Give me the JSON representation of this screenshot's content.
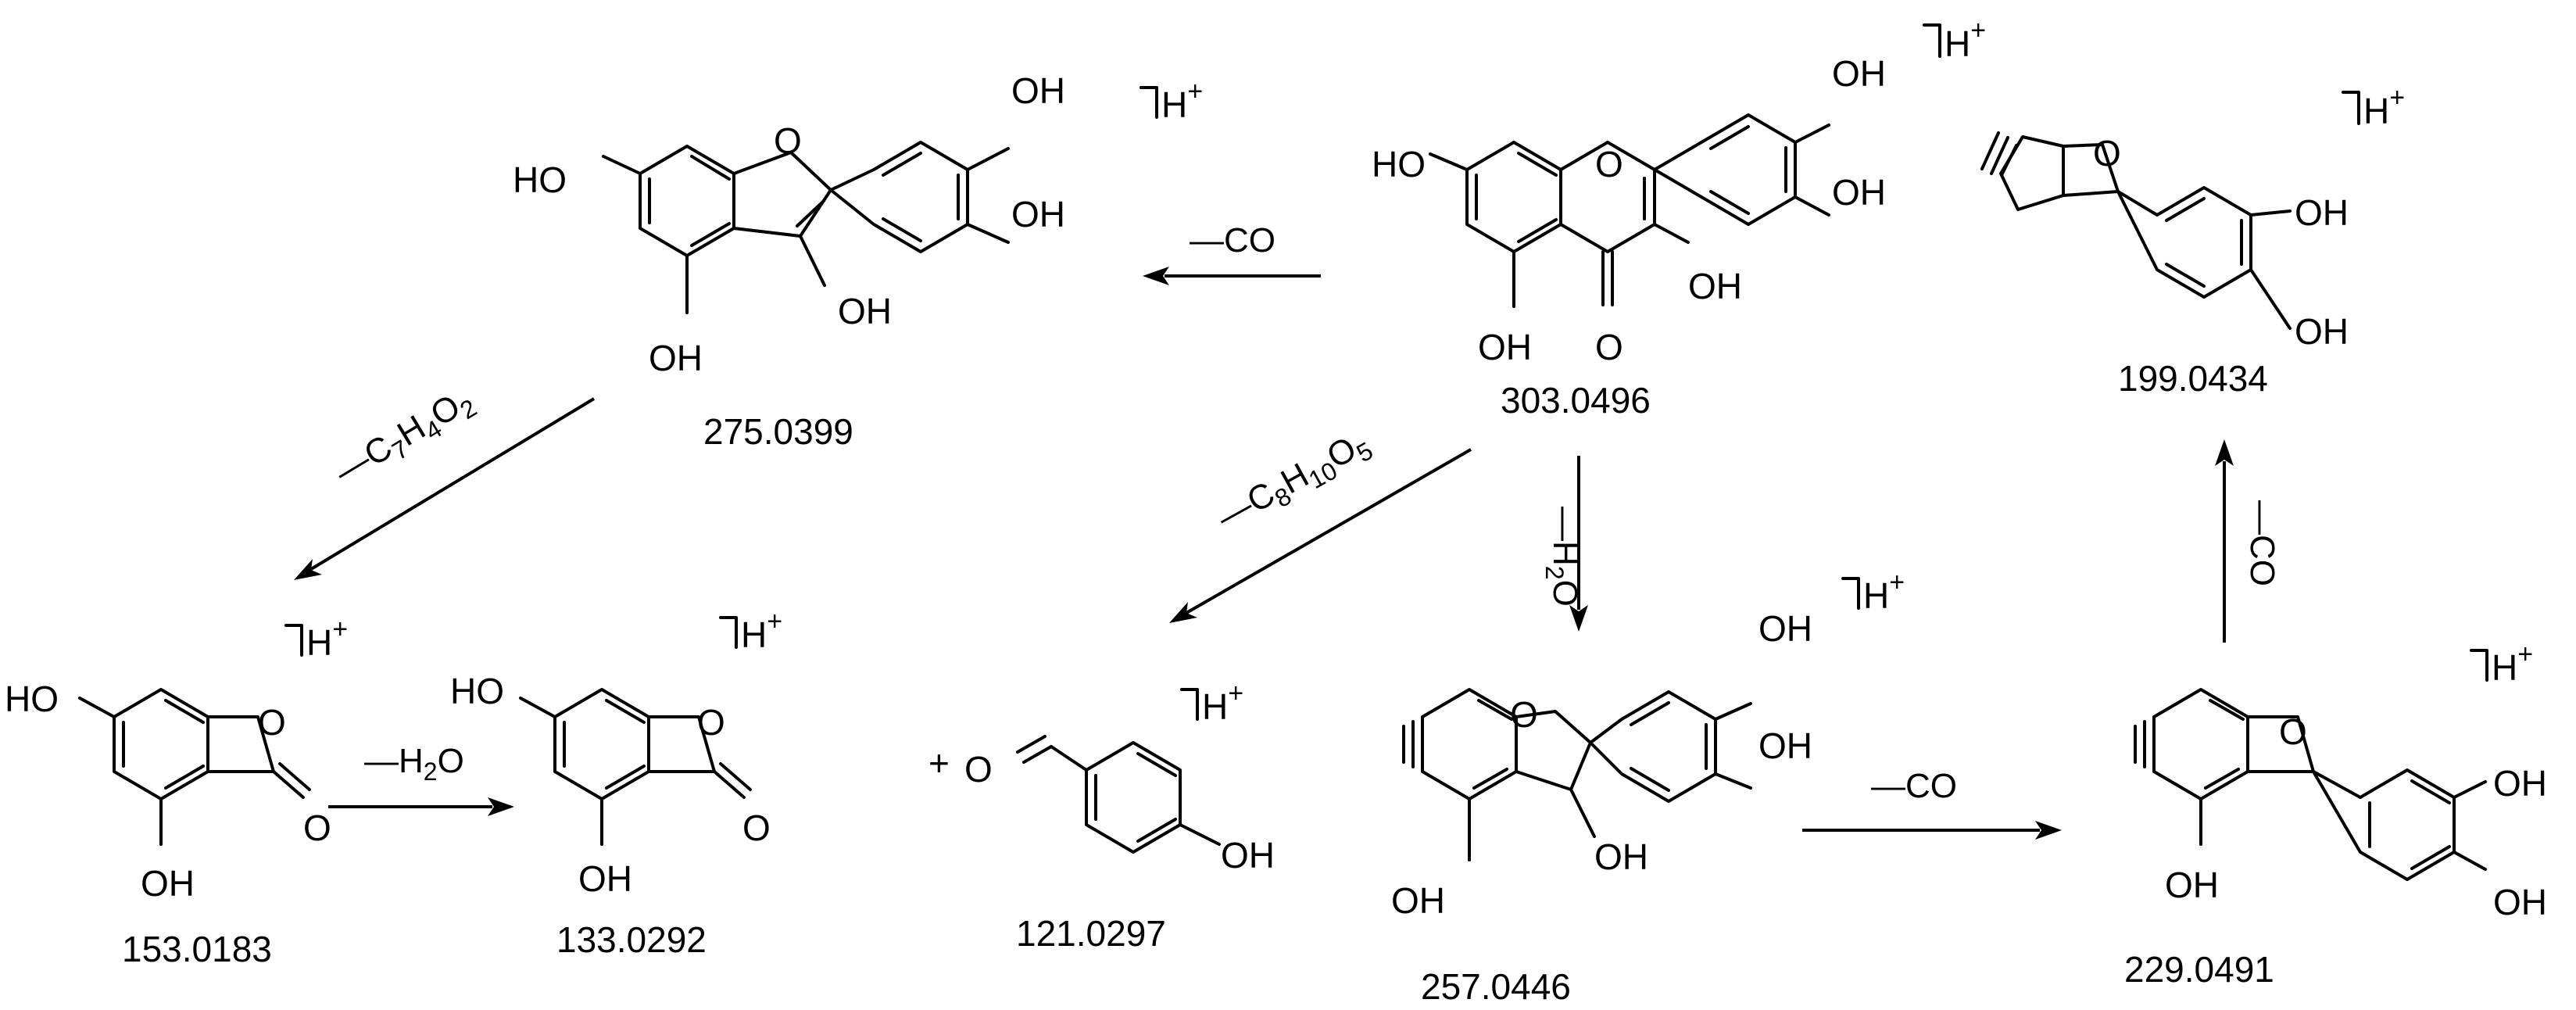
{
  "molecules": {
    "m303": {
      "mass": "303.0496",
      "atoms": [
        "HO",
        "O",
        "OH",
        "OH",
        "OH",
        "OH",
        "O"
      ],
      "charge": "H",
      "charge_sign": "+"
    },
    "m275": {
      "mass": "275.0399",
      "atoms": [
        "HO",
        "O",
        "OH",
        "OH",
        "OH",
        "OH"
      ],
      "charge": "H",
      "charge_sign": "+"
    },
    "m199": {
      "mass": "199.0434",
      "atoms": [
        "O",
        "OH",
        "OH"
      ],
      "charge": "H",
      "charge_sign": "+"
    },
    "m153": {
      "mass": "153.0183",
      "atoms": [
        "HO",
        "O",
        "O",
        "OH"
      ],
      "charge": "H",
      "charge_sign": "+"
    },
    "m133": {
      "mass": "133.0292",
      "atoms": [
        "HO",
        "O",
        "O",
        "OH"
      ],
      "charge": "H",
      "charge_sign": "+"
    },
    "m121": {
      "mass": "121.0297",
      "atoms": [
        "O",
        "OH"
      ],
      "plus": "+",
      "charge": "H",
      "charge_sign": "+"
    },
    "m257": {
      "mass": "257.0446",
      "atoms": [
        "O",
        "OH",
        "OH",
        "OH",
        "OH"
      ],
      "charge": "H",
      "charge_sign": "+"
    },
    "m229": {
      "mass": "229.0491",
      "atoms": [
        "O",
        "OH",
        "OH",
        "OH"
      ],
      "charge": "H",
      "charge_sign": "+"
    }
  },
  "losses": {
    "co_top": "—CO",
    "c7h4o2": {
      "dash": "—C",
      "s1": "7",
      "m1": "H",
      "s2": "4",
      "m2": "O",
      "s3": "2"
    },
    "c8h10o5": {
      "dash": "—C",
      "s1": "8",
      "m1": "H",
      "s2": "10",
      "m2": "O",
      "s3": "5"
    },
    "h2o_vertical": {
      "dash": "—H",
      "s1": "2",
      "m1": "O"
    },
    "h2o_bottom": {
      "dash": "—H",
      "s1": "2",
      "m1": "O"
    },
    "co_bottom": "—CO",
    "co_vertical": "—CO"
  }
}
